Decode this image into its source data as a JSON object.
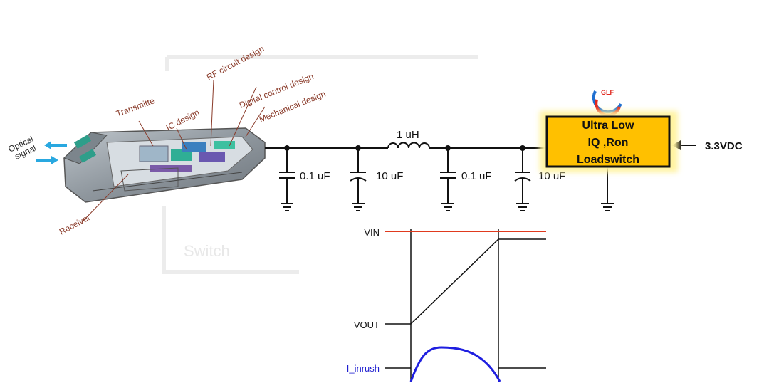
{
  "watermark": {
    "text": "Switch"
  },
  "module": {
    "optical_label": [
      "Optical",
      "signal"
    ],
    "annotations": {
      "rf": "RF circuit design",
      "digital": "Digital control design",
      "mechanical": "Mechanical design",
      "ic": "IC design",
      "transmitter": "Transmitte",
      "receiver": "Receiver"
    }
  },
  "circuit": {
    "caps": [
      "0.1 uF",
      "10 uF",
      "0.1 uF",
      "10 uF"
    ],
    "inductor": "1 uH",
    "loadswitch": [
      "Ultra Low",
      "IQ ,Ron",
      "Loadswitch"
    ],
    "supply": "3.3VDC",
    "logo_text": "GLF",
    "colors": {
      "loadswitch_fill": "#ffc000",
      "glow": "#fff6b0"
    }
  },
  "timing": {
    "vin": "VIN",
    "vout": "VOUT",
    "inrush": "I_inrush",
    "colors": {
      "vin": "#e03a1e",
      "inrush": "#1f1fe0",
      "inrush_label": "#1f1fd0"
    }
  }
}
